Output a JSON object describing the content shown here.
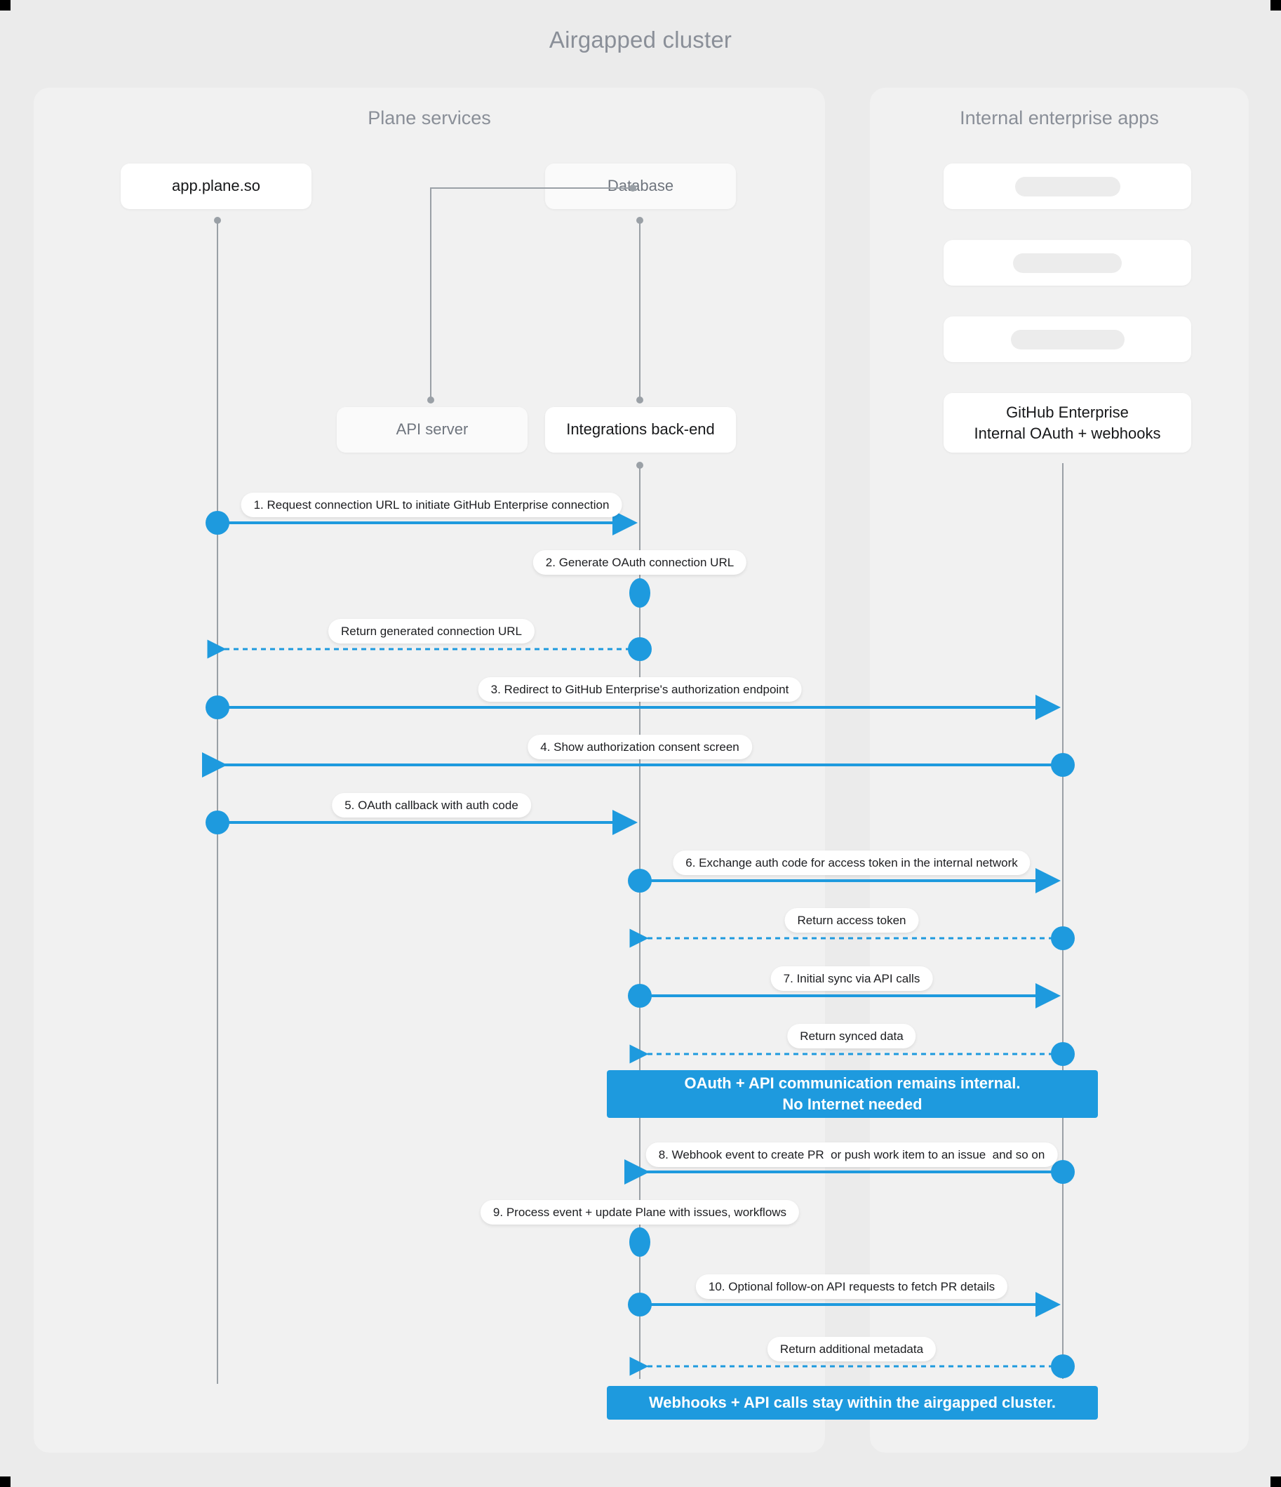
{
  "diagram": {
    "title": "Airgapped cluster",
    "accent_color": "#1e9ade",
    "lifeline_color": "#9aa0a6",
    "page_bg": "#ebebeb",
    "panel_bg": "#f1f1f1"
  },
  "panels": [
    {
      "id": "plane",
      "title": "Plane services"
    },
    {
      "id": "apps",
      "title": "Internal enterprise apps"
    }
  ],
  "nodes": {
    "app_plane": "app.plane.so",
    "database": "Database",
    "api_server": "API server",
    "integrations_backend": "Integrations back-end",
    "github_enterprise_line1": "GitHub Enterprise",
    "github_enterprise_line2": "Internal OAuth + webhooks"
  },
  "placeholder_cards": [
    {
      "name": "placeholder-card-1"
    },
    {
      "name": "placeholder-card-2"
    },
    {
      "name": "placeholder-card-3"
    }
  ],
  "messages": [
    {
      "n": 1,
      "label": "1. Request connection URL to initiate GitHub Enterprise connection",
      "from": "app.plane.so",
      "to": "Integrations back-end",
      "style": "solid",
      "dir": "right"
    },
    {
      "n": 2,
      "label": "2. Generate OAuth connection URL",
      "from": "Integrations back-end",
      "to": "Integrations back-end",
      "style": "self",
      "dir": "self"
    },
    {
      "n": 3,
      "label": "Return generated connection URL",
      "from": "Integrations back-end",
      "to": "app.plane.so",
      "style": "dashed",
      "dir": "left"
    },
    {
      "n": 4,
      "label": "3. Redirect to GitHub Enterprise's authorization endpoint",
      "from": "app.plane.so",
      "to": "GitHub Enterprise",
      "style": "solid",
      "dir": "right"
    },
    {
      "n": 5,
      "label": "4. Show authorization consent screen",
      "from": "GitHub Enterprise",
      "to": "app.plane.so",
      "style": "solid",
      "dir": "left"
    },
    {
      "n": 6,
      "label": "5. OAuth callback with auth code",
      "from": "app.plane.so",
      "to": "Integrations back-end",
      "style": "solid",
      "dir": "right"
    },
    {
      "n": 7,
      "label": "6. Exchange auth code for access token in the internal network",
      "from": "Integrations back-end",
      "to": "GitHub Enterprise",
      "style": "solid",
      "dir": "right"
    },
    {
      "n": 8,
      "label": "Return access token",
      "from": "GitHub Enterprise",
      "to": "Integrations back-end",
      "style": "dashed",
      "dir": "left"
    },
    {
      "n": 9,
      "label": "7. Initial sync via API calls",
      "from": "Integrations back-end",
      "to": "GitHub Enterprise",
      "style": "solid",
      "dir": "right"
    },
    {
      "n": 10,
      "label": "Return synced data",
      "from": "GitHub Enterprise",
      "to": "Integrations back-end",
      "style": "dashed",
      "dir": "left"
    },
    {
      "n": 11,
      "label": "8. Webhook event to create PR  or push work item to an issue  and so on",
      "from": "GitHub Enterprise",
      "to": "Integrations back-end",
      "style": "solid",
      "dir": "left"
    },
    {
      "n": 12,
      "label": "9. Process event + update Plane with issues, workflows",
      "from": "Integrations back-end",
      "to": "Integrations back-end",
      "style": "self",
      "dir": "self"
    },
    {
      "n": 13,
      "label": "10. Optional follow-on API requests to fetch PR details",
      "from": "Integrations back-end",
      "to": "GitHub Enterprise",
      "style": "solid",
      "dir": "right"
    },
    {
      "n": 14,
      "label": "Return additional metadata",
      "from": "GitHub Enterprise",
      "to": "Integrations back-end",
      "style": "dashed",
      "dir": "left"
    }
  ],
  "notes": [
    {
      "id": "note-1",
      "line1": "OAuth + API communication remains internal.",
      "line2": "No Internet needed"
    },
    {
      "id": "note-2",
      "line1": "Webhooks + API calls stay within the airgapped cluster.",
      "line2": ""
    }
  ]
}
